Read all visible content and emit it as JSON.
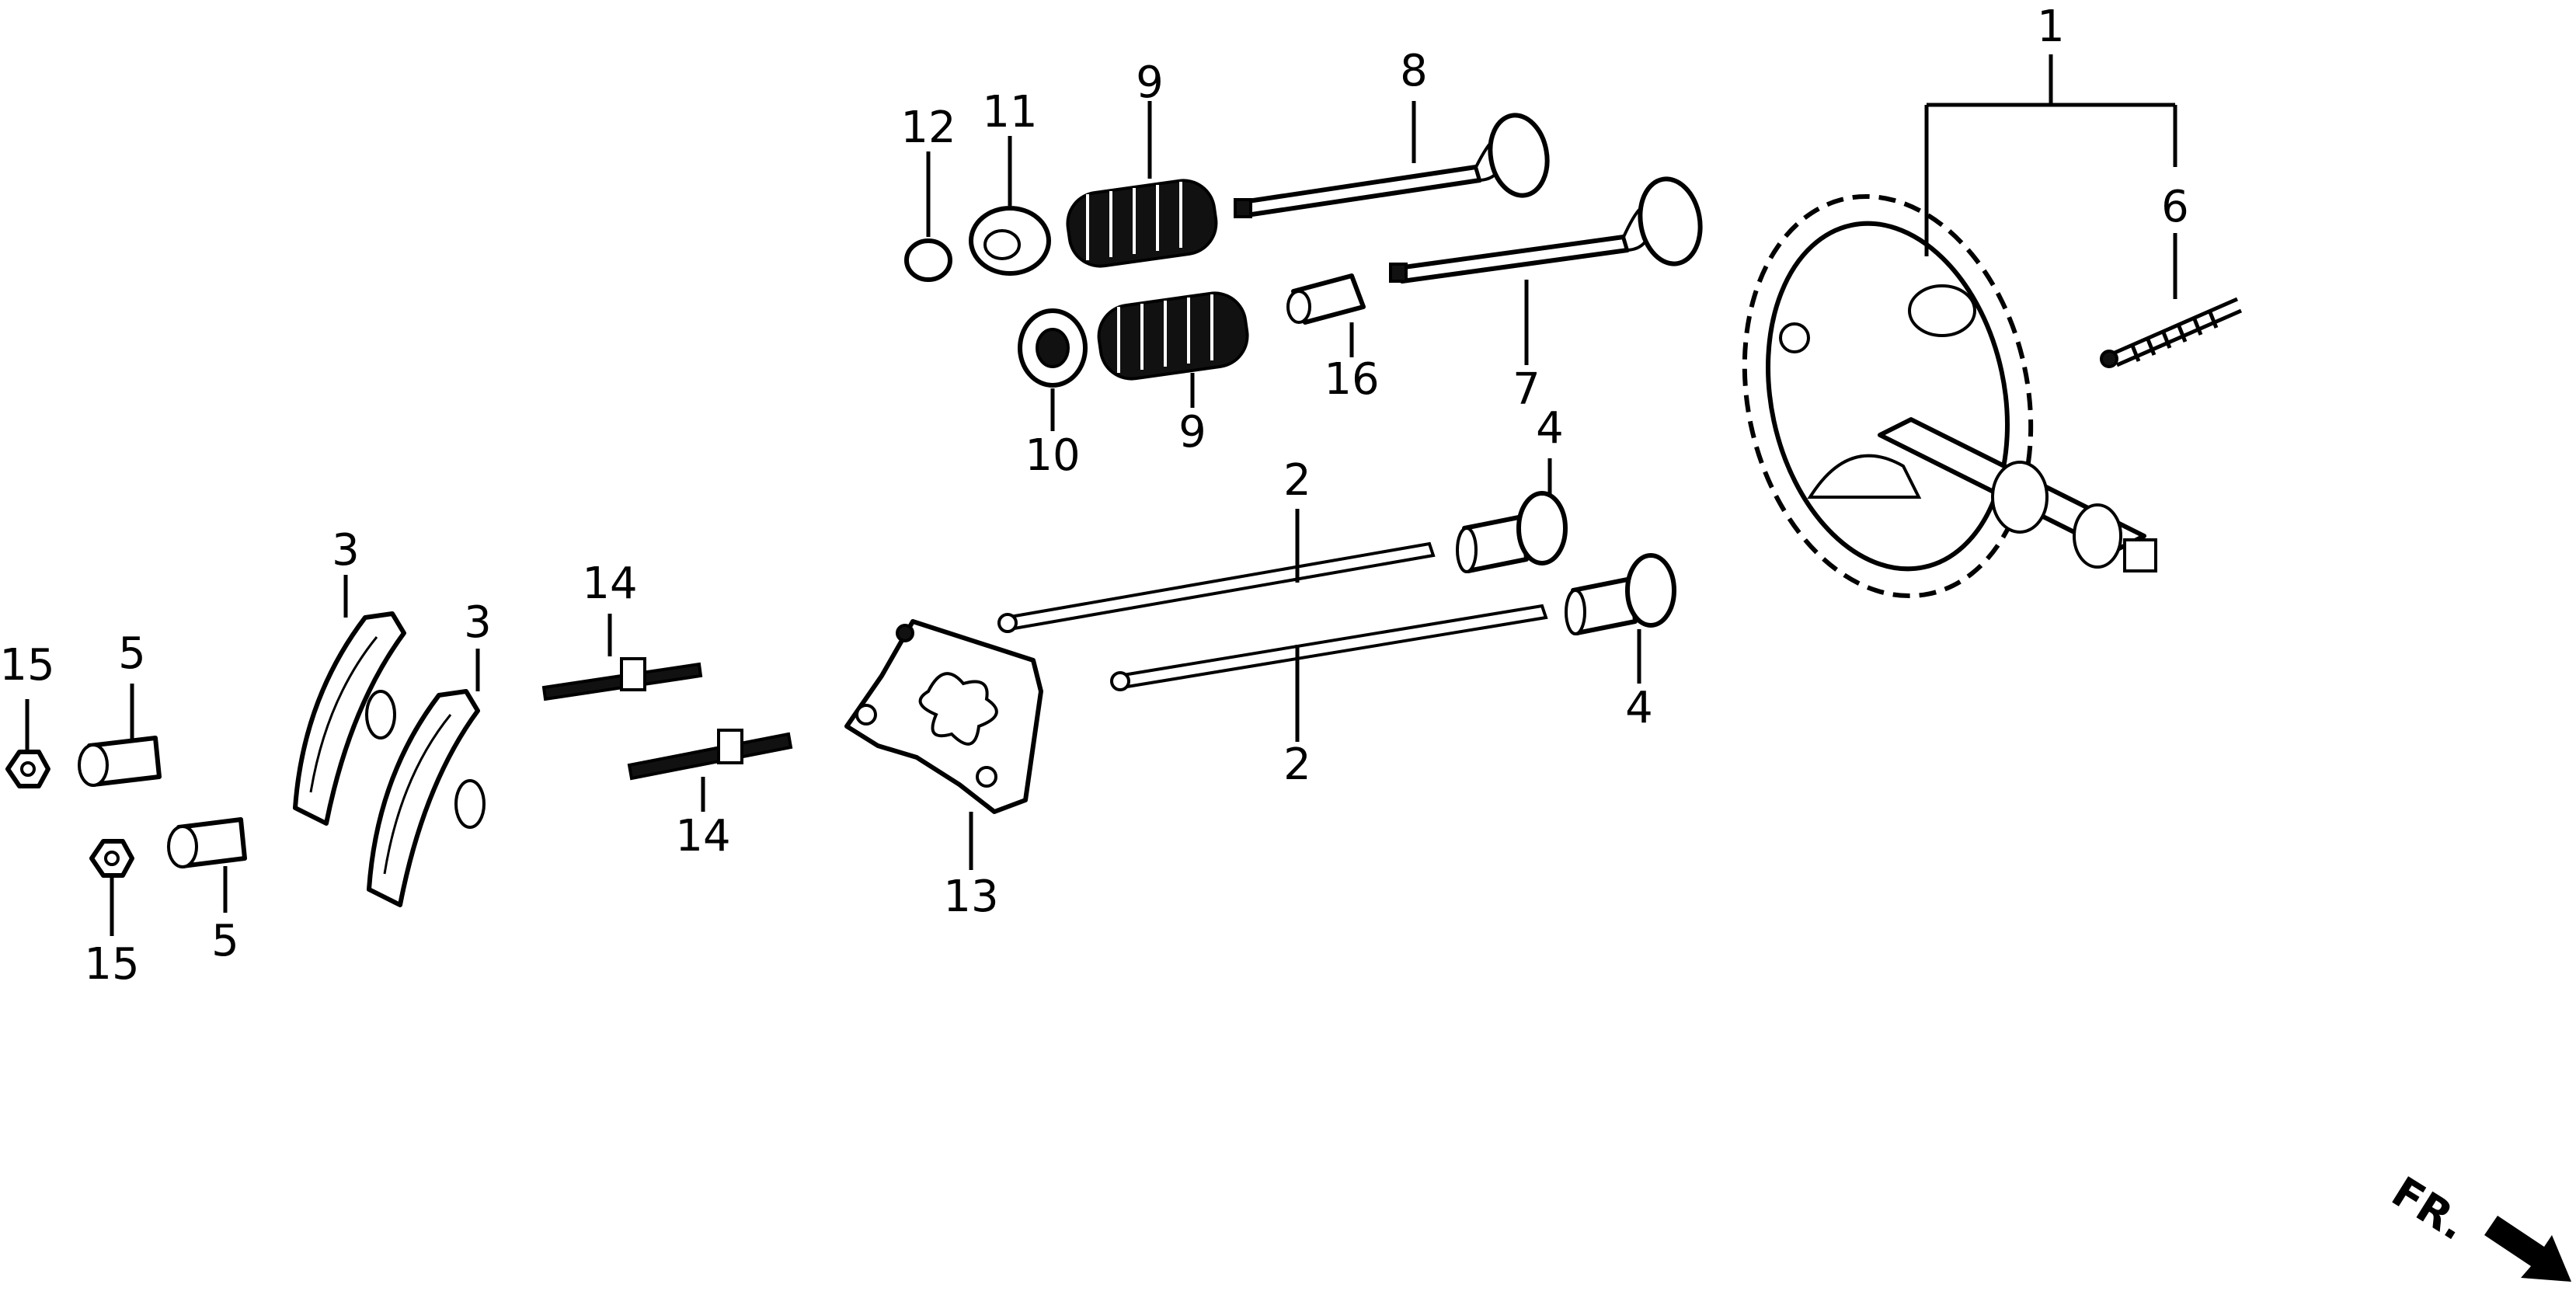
{
  "labels": {
    "p1": "1",
    "p2a": "2",
    "p2b": "2",
    "p3a": "3",
    "p3b": "3",
    "p4a": "4",
    "p4b": "4",
    "p5a": "5",
    "p5b": "5",
    "p6": "6",
    "p7": "7",
    "p8": "8",
    "p9a": "9",
    "p9b": "9",
    "p10": "10",
    "p11": "11",
    "p12": "12",
    "p13": "13",
    "p14a": "14",
    "p14b": "14",
    "p15a": "15",
    "p15b": "15",
    "p16": "16"
  },
  "front_indicator": {
    "text": "FR."
  }
}
